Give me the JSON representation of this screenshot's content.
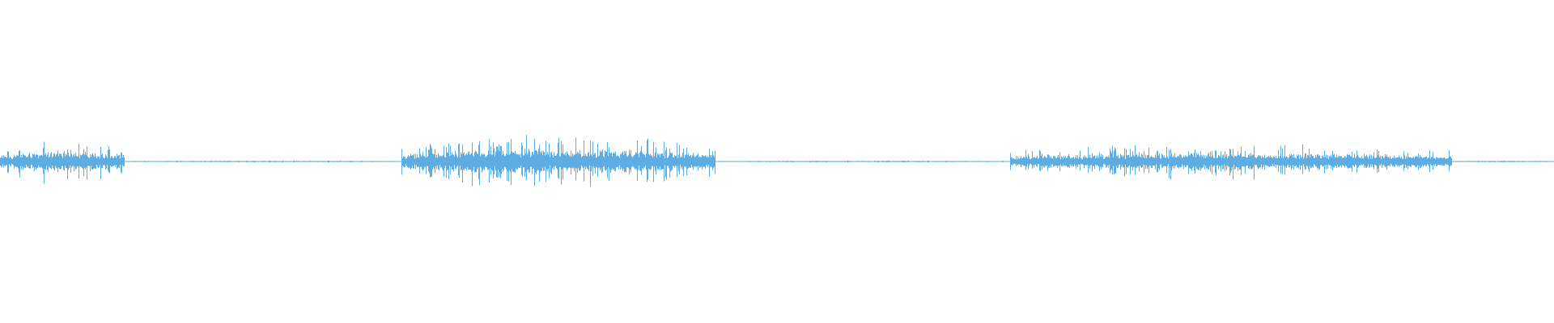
{
  "chart_data": {
    "type": "area",
    "title": "",
    "xlabel": "",
    "ylabel": "",
    "xlim": [
      0,
      1
    ],
    "ylim": [
      -1,
      1
    ],
    "grid": false,
    "colors": {
      "waveform": "#5dade2",
      "background": "#ffffff"
    },
    "segments": [
      {
        "start": 0.0,
        "end": 0.08,
        "level": 0.06,
        "peak": 0.12
      },
      {
        "start": 0.08,
        "end": 0.258,
        "level": 0.004,
        "peak": 0.006
      },
      {
        "start": 0.258,
        "end": 0.46,
        "level": 0.07,
        "peak": 0.15
      },
      {
        "start": 0.46,
        "end": 0.65,
        "level": 0.004,
        "peak": 0.006
      },
      {
        "start": 0.65,
        "end": 0.934,
        "level": 0.05,
        "peak": 0.1
      },
      {
        "start": 0.934,
        "end": 1.0,
        "level": 0.004,
        "peak": 0.006
      }
    ]
  }
}
